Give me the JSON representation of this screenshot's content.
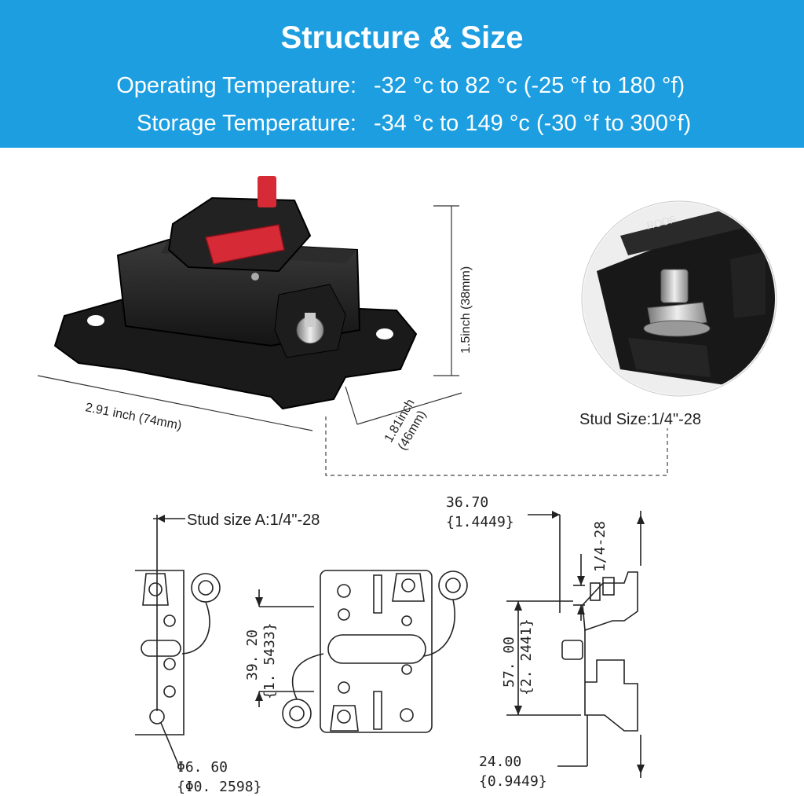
{
  "banner": {
    "title": "Structure & Size",
    "operating_label": "Operating Temperature:",
    "operating_value": "-32 °c to 82 °c (-25 °f to 180 °f)",
    "storage_label": "Storage Temperature:",
    "storage_value": "-34 °c to 149 °c (-30 °f to 300°f)"
  },
  "photo_dims": {
    "width": "2.91 inch (74mm)",
    "depth_line1": "1.81inch",
    "depth_line2": "(46mm)",
    "height": "1.5inch (38mm)",
    "stud": "Stud Size:1/4\"-28",
    "lid_text": "ROOF"
  },
  "drawing": {
    "stud_a": "Stud size A:1/4\"-28",
    "dim_3920": "39. 20",
    "dim_15433": "{1. 5433}",
    "dim_3670": "36.70",
    "dim_14449": "{1.4449}",
    "dim_14_28": "1/4-28",
    "dim_5700": "57. 00",
    "dim_22441": "{2. 2441}",
    "dim_2400": "24.00",
    "dim_09449": "{0.9449}",
    "dim_660": "Φ6. 60",
    "dim_02598": "{Φ0. 2598}"
  },
  "colors": {
    "banner": "#1c9ee0",
    "switch_red": "#d62a36",
    "body": "#1e1e1e"
  }
}
